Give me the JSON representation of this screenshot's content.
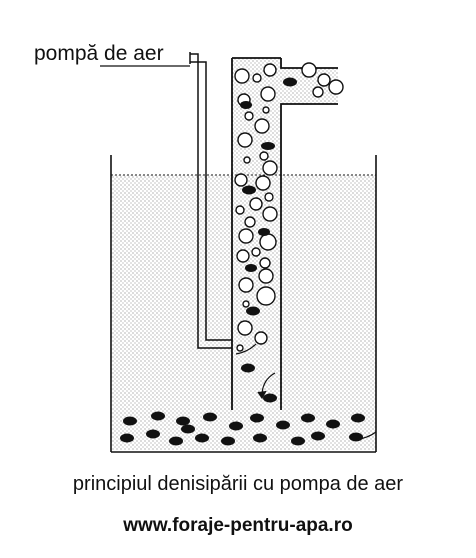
{
  "labels": {
    "air_pump": "pompă de aer"
  },
  "caption": "principiul denisipării cu pompa de aer",
  "website": "www.foraje-pentru-apa.ro",
  "colors": {
    "ink": "#111111",
    "background": "#ffffff"
  }
}
